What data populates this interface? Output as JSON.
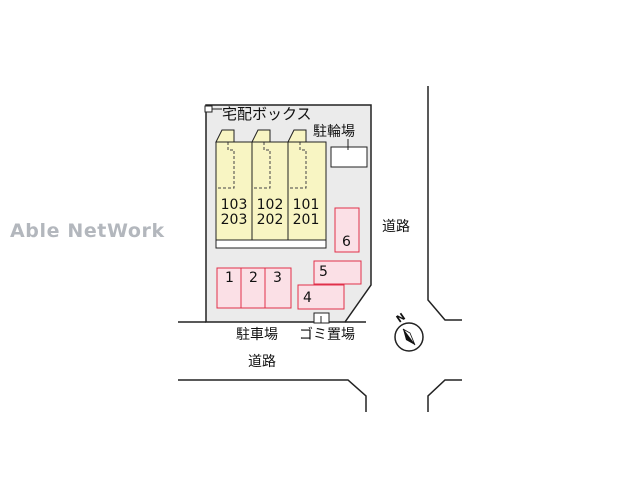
{
  "watermark": "Able NetWork",
  "labels": {
    "delivery_box": "宅配ボックス",
    "bicycle_parking": "駐輪場",
    "parking": "駐車場",
    "garbage": "ゴミ置場",
    "road_east": "道路",
    "road_south": "道路",
    "north": "N"
  },
  "units": [
    {
      "upper": "103",
      "lower": "203"
    },
    {
      "upper": "102",
      "lower": "202"
    },
    {
      "upper": "101",
      "lower": "201"
    }
  ],
  "parking_slots": [
    "1",
    "2",
    "3",
    "4",
    "5",
    "6"
  ],
  "colors": {
    "lot": "#ebebeb",
    "building": "#f8f5c3",
    "parking_fill": "#fbe0e6",
    "parking_stroke": "#e0304a",
    "outline": "#222222"
  }
}
